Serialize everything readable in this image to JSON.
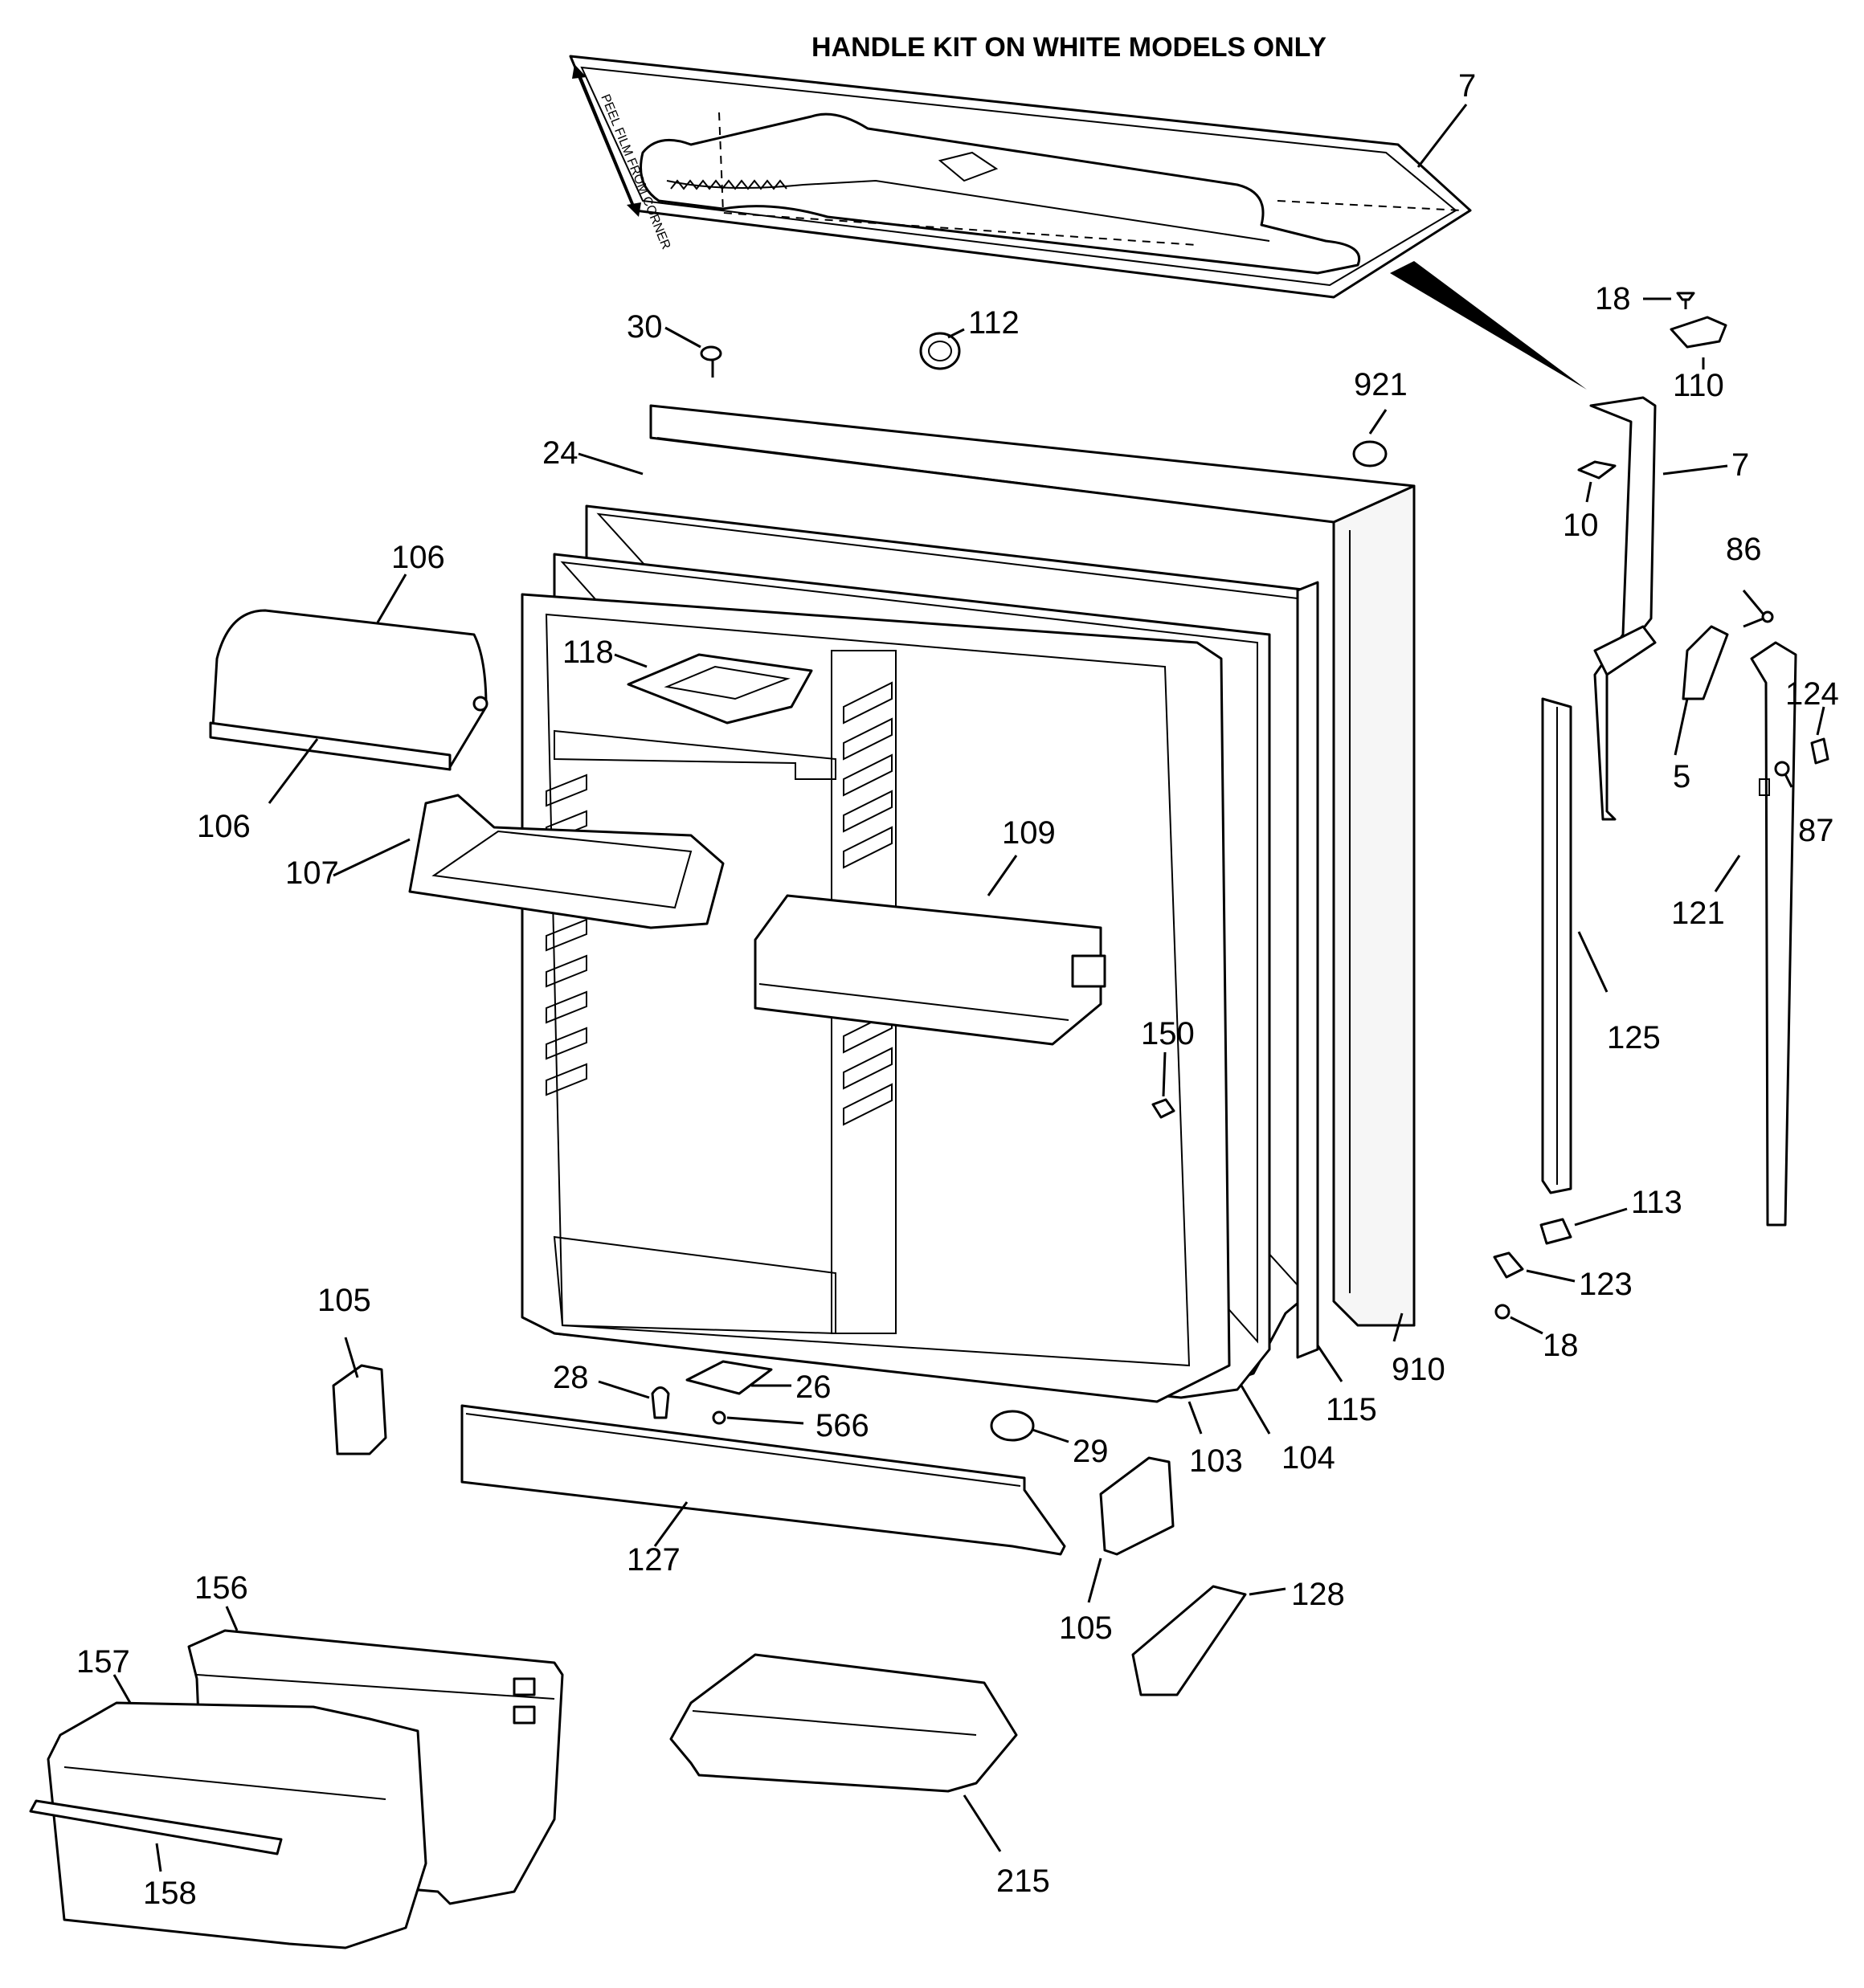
{
  "heading": "HANDLE KIT ON WHITE MODELS ONLY",
  "film_note": "PEEL FILM FROM CORNER",
  "callouts": {
    "c7_top": "7",
    "c18_top": "18",
    "c110": "110",
    "c30": "30",
    "c112": "112",
    "c921": "921",
    "c24": "24",
    "c7_handle": "7",
    "c10": "10",
    "c86": "86",
    "c106_top": "106",
    "c106_bottom": "106",
    "c118": "118",
    "c124": "124",
    "c5": "5",
    "c87": "87",
    "c107": "107",
    "c109": "109",
    "c121": "121",
    "c125": "125",
    "c150": "150",
    "c113": "113",
    "c123": "123",
    "c18_bottom": "18",
    "c105_left": "105",
    "c910": "910",
    "c28": "28",
    "c26": "26",
    "c115": "115",
    "c566": "566",
    "c29": "29",
    "c103": "103",
    "c104": "104",
    "c127": "127",
    "c128": "128",
    "c156": "156",
    "c105_right": "105",
    "c157": "157",
    "c158": "158",
    "c215": "215"
  }
}
